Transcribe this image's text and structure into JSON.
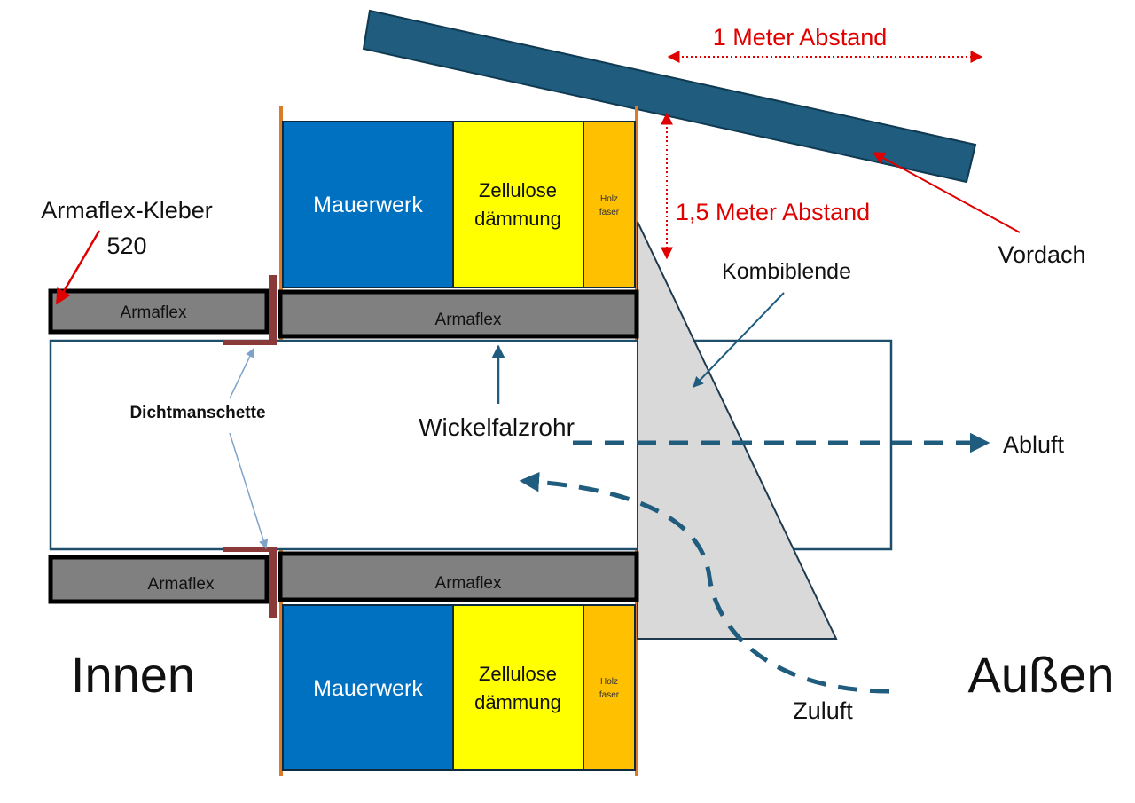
{
  "colors": {
    "masonry": "#0070C0",
    "cellulose": "#FFFF00",
    "woodfiber": "#FFC000",
    "armaflex": "#808080",
    "orange_line": "#D97B27",
    "sleeve": "#8B3A3A",
    "navy": "#1F5C7E",
    "blende": "#D9D9D9",
    "red": "#E00000"
  },
  "labels": {
    "mauerwerk": "Mauerwerk",
    "zellulose_line1": "Zellulose",
    "zellulose_line2": "dämmung",
    "holz_line1": "Holz",
    "holz_line2": "faser",
    "armaflex": "Armaflex",
    "armaflex_kleber_line1": "Armaflex-Kleber",
    "armaflex_kleber_line2": "520",
    "dichtmanschette": "Dichtmanschette",
    "wickelfalzrohr": "Wickelfalzrohr",
    "kombiblende": "Kombiblende",
    "abluft": "Abluft",
    "zuluft": "Zuluft",
    "vordach": "Vordach",
    "dist_horizontal": "1 Meter Abstand",
    "dist_vertical": "1,5 Meter Abstand",
    "innen": "Innen",
    "aussen": "Außen"
  }
}
